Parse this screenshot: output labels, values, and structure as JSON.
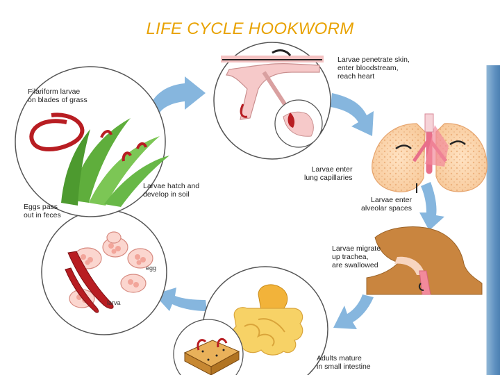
{
  "title": "LIFE CYCLE HOOKWORM",
  "stages": {
    "skin": "Larvae penetrate skin,\nenter bloodstream,\nreach heart",
    "lung": "Larvae enter\nlung capillaries",
    "alveolar": "Larvae enter\nalveolar spaces",
    "trachea": "Larvae migrate\nup trachea,\nare swallowed",
    "intestine": "Adults mature\nin small intestine",
    "eggs": "Eggs pass\nout in feces",
    "hatch": "Larvae hatch and\ndevelop in soil",
    "grass": "Filariform larvae\non blades of grass"
  },
  "inset_labels": {
    "egg": "egg",
    "larva": "larva"
  },
  "colors": {
    "title": "#e8a200",
    "arrow": "#7fb2dc",
    "worm": "#b81d22",
    "sidebar": "#5d8fbf"
  }
}
